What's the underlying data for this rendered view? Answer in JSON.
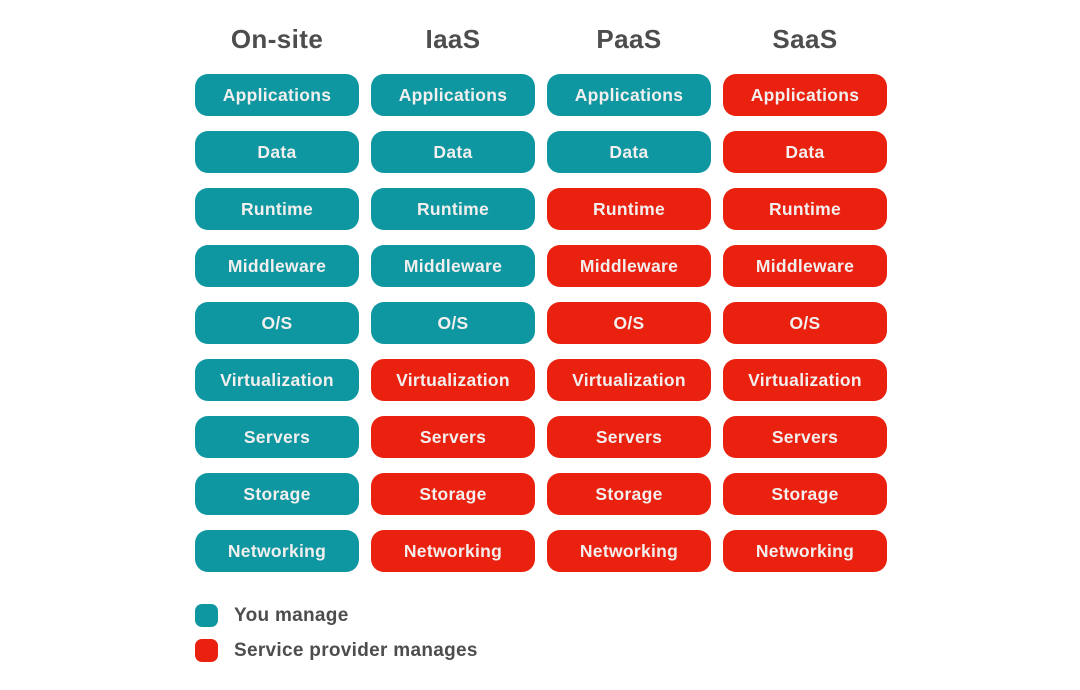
{
  "diagram": {
    "type": "cloud-service-responsibility-matrix",
    "row_labels": [
      "Applications",
      "Data",
      "Runtime",
      "Middleware",
      "O/S",
      "Virtualization",
      "Servers",
      "Storage",
      "Networking"
    ],
    "columns": [
      {
        "key": "onsite",
        "label": "On-site",
        "cells": [
          {
            "label": "Applications",
            "owner": "you"
          },
          {
            "label": "Data",
            "owner": "you"
          },
          {
            "label": "Runtime",
            "owner": "you"
          },
          {
            "label": "Middleware",
            "owner": "you"
          },
          {
            "label": "O/S",
            "owner": "you"
          },
          {
            "label": "Virtualization",
            "owner": "you"
          },
          {
            "label": "Servers",
            "owner": "you"
          },
          {
            "label": "Storage",
            "owner": "you"
          },
          {
            "label": "Networking",
            "owner": "you"
          }
        ]
      },
      {
        "key": "iaas",
        "label": "IaaS",
        "cells": [
          {
            "label": "Applications",
            "owner": "you"
          },
          {
            "label": "Data",
            "owner": "you"
          },
          {
            "label": "Runtime",
            "owner": "you"
          },
          {
            "label": "Middleware",
            "owner": "you"
          },
          {
            "label": "O/S",
            "owner": "you"
          },
          {
            "label": "Virtualization",
            "owner": "provider"
          },
          {
            "label": "Servers",
            "owner": "provider"
          },
          {
            "label": "Storage",
            "owner": "provider"
          },
          {
            "label": "Networking",
            "owner": "provider"
          }
        ]
      },
      {
        "key": "paas",
        "label": "PaaS",
        "cells": [
          {
            "label": "Applications",
            "owner": "you"
          },
          {
            "label": "Data",
            "owner": "you"
          },
          {
            "label": "Runtime",
            "owner": "provider"
          },
          {
            "label": "Middleware",
            "owner": "provider"
          },
          {
            "label": "O/S",
            "owner": "provider"
          },
          {
            "label": "Virtualization",
            "owner": "provider"
          },
          {
            "label": "Servers",
            "owner": "provider"
          },
          {
            "label": "Storage",
            "owner": "provider"
          },
          {
            "label": "Networking",
            "owner": "provider"
          }
        ]
      },
      {
        "key": "saas",
        "label": "SaaS",
        "cells": [
          {
            "label": "Applications",
            "owner": "provider"
          },
          {
            "label": "Data",
            "owner": "provider"
          },
          {
            "label": "Runtime",
            "owner": "provider"
          },
          {
            "label": "Middleware",
            "owner": "provider"
          },
          {
            "label": "O/S",
            "owner": "provider"
          },
          {
            "label": "Virtualization",
            "owner": "provider"
          },
          {
            "label": "Servers",
            "owner": "provider"
          },
          {
            "label": "Storage",
            "owner": "provider"
          },
          {
            "label": "Networking",
            "owner": "provider"
          }
        ]
      }
    ],
    "legend": [
      {
        "key": "you",
        "label": "You manage",
        "color": "#0f97a1"
      },
      {
        "key": "provider",
        "label": "Service provider manages",
        "color": "#e9210e"
      }
    ],
    "colors": {
      "you_manage": "#0f97a1",
      "provider_manages": "#e9210e",
      "header_text": "#4d4d4d",
      "pill_text": "#f2efee",
      "background": "#ffffff"
    }
  }
}
